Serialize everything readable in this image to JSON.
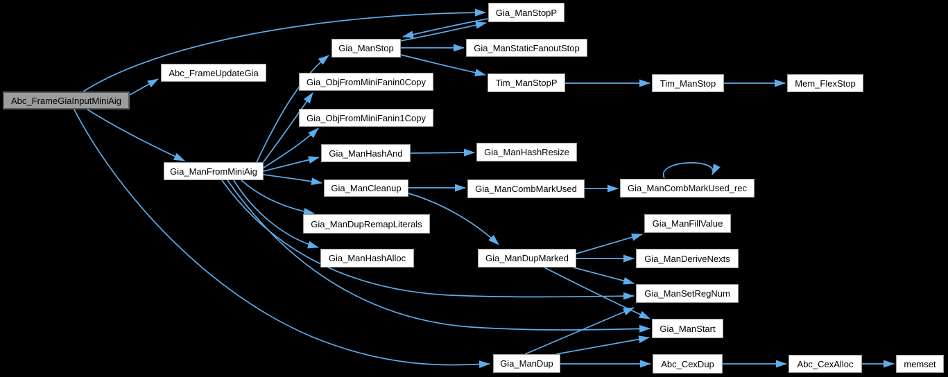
{
  "diagram": {
    "type": "call-graph",
    "background_color": "#000000",
    "edge_color": "#5dadec",
    "node_fill": "#ffffff",
    "node_border": "#9b9b9b",
    "highlight_fill": "#9c9c9c",
    "nodes": [
      {
        "id": "Abc_FrameGiaInputMiniAig",
        "label": "Abc_FrameGiaInputMiniAig",
        "highlighted": true
      },
      {
        "id": "Abc_FrameUpdateGia",
        "label": "Abc_FrameUpdateGia",
        "highlighted": false
      },
      {
        "id": "Gia_ManFromMiniAig",
        "label": "Gia_ManFromMiniAig",
        "highlighted": false
      },
      {
        "id": "Gia_ManStop",
        "label": "Gia_ManStop",
        "highlighted": false
      },
      {
        "id": "Gia_ManStopP",
        "label": "Gia_ManStopP",
        "highlighted": false
      },
      {
        "id": "Gia_ManStaticFanoutStop",
        "label": "Gia_ManStaticFanoutStop",
        "highlighted": false
      },
      {
        "id": "Tim_ManStopP",
        "label": "Tim_ManStopP",
        "highlighted": false
      },
      {
        "id": "Tim_ManStop",
        "label": "Tim_ManStop",
        "highlighted": false
      },
      {
        "id": "Mem_FlexStop",
        "label": "Mem_FlexStop",
        "highlighted": false
      },
      {
        "id": "Gia_ObjFromMiniFanin0Copy",
        "label": "Gia_ObjFromMiniFanin0Copy",
        "highlighted": false
      },
      {
        "id": "Gia_ObjFromMiniFanin1Copy",
        "label": "Gia_ObjFromMiniFanin1Copy",
        "highlighted": false
      },
      {
        "id": "Gia_ManHashAnd",
        "label": "Gia_ManHashAnd",
        "highlighted": false
      },
      {
        "id": "Gia_ManHashResize",
        "label": "Gia_ManHashResize",
        "highlighted": false
      },
      {
        "id": "Gia_ManCleanup",
        "label": "Gia_ManCleanup",
        "highlighted": false
      },
      {
        "id": "Gia_ManCombMarkUsed",
        "label": "Gia_ManCombMarkUsed",
        "highlighted": false
      },
      {
        "id": "Gia_ManCombMarkUsed_rec",
        "label": "Gia_ManCombMarkUsed_rec",
        "highlighted": false
      },
      {
        "id": "Gia_ManDupRemapLiterals",
        "label": "Gia_ManDupRemapLiterals",
        "highlighted": false
      },
      {
        "id": "Gia_ManHashAlloc",
        "label": "Gia_ManHashAlloc",
        "highlighted": false
      },
      {
        "id": "Gia_ManDupMarked",
        "label": "Gia_ManDupMarked",
        "highlighted": false
      },
      {
        "id": "Gia_ManFillValue",
        "label": "Gia_ManFillValue",
        "highlighted": false
      },
      {
        "id": "Gia_ManDeriveNexts",
        "label": "Gia_ManDeriveNexts",
        "highlighted": false
      },
      {
        "id": "Gia_ManSetRegNum",
        "label": "Gia_ManSetRegNum",
        "highlighted": false
      },
      {
        "id": "Gia_ManStart",
        "label": "Gia_ManStart",
        "highlighted": false
      },
      {
        "id": "Gia_ManDup",
        "label": "Gia_ManDup",
        "highlighted": false
      },
      {
        "id": "Abc_CexDup",
        "label": "Abc_CexDup",
        "highlighted": false
      },
      {
        "id": "Abc_CexAlloc",
        "label": "Abc_CexAlloc",
        "highlighted": false
      },
      {
        "id": "memset",
        "label": "memset",
        "highlighted": false
      }
    ],
    "edges": [
      {
        "from": "Abc_FrameGiaInputMiniAig",
        "to": "Gia_ManStopP"
      },
      {
        "from": "Abc_FrameGiaInputMiniAig",
        "to": "Abc_FrameUpdateGia"
      },
      {
        "from": "Abc_FrameGiaInputMiniAig",
        "to": "Gia_ManFromMiniAig"
      },
      {
        "from": "Abc_FrameGiaInputMiniAig",
        "to": "Gia_ManDup"
      },
      {
        "from": "Gia_ManFromMiniAig",
        "to": "Gia_ManStop"
      },
      {
        "from": "Gia_ManFromMiniAig",
        "to": "Gia_ObjFromMiniFanin0Copy"
      },
      {
        "from": "Gia_ManFromMiniAig",
        "to": "Gia_ObjFromMiniFanin1Copy"
      },
      {
        "from": "Gia_ManFromMiniAig",
        "to": "Gia_ManHashAnd"
      },
      {
        "from": "Gia_ManFromMiniAig",
        "to": "Gia_ManCleanup"
      },
      {
        "from": "Gia_ManFromMiniAig",
        "to": "Gia_ManDupRemapLiterals"
      },
      {
        "from": "Gia_ManFromMiniAig",
        "to": "Gia_ManHashAlloc"
      },
      {
        "from": "Gia_ManFromMiniAig",
        "to": "Gia_ManSetRegNum"
      },
      {
        "from": "Gia_ManFromMiniAig",
        "to": "Gia_ManStart"
      },
      {
        "from": "Gia_ManStop",
        "to": "Gia_ManStopP"
      },
      {
        "from": "Gia_ManStopP",
        "to": "Gia_ManStop"
      },
      {
        "from": "Gia_ManStop",
        "to": "Gia_ManStaticFanoutStop"
      },
      {
        "from": "Gia_ManStop",
        "to": "Tim_ManStopP"
      },
      {
        "from": "Tim_ManStopP",
        "to": "Tim_ManStop"
      },
      {
        "from": "Tim_ManStop",
        "to": "Mem_FlexStop"
      },
      {
        "from": "Gia_ManHashAnd",
        "to": "Gia_ManHashResize"
      },
      {
        "from": "Gia_ManCleanup",
        "to": "Gia_ManCombMarkUsed"
      },
      {
        "from": "Gia_ManCleanup",
        "to": "Gia_ManDupMarked"
      },
      {
        "from": "Gia_ManCombMarkUsed",
        "to": "Gia_ManCombMarkUsed_rec"
      },
      {
        "from": "Gia_ManCombMarkUsed_rec",
        "to": "Gia_ManCombMarkUsed_rec"
      },
      {
        "from": "Gia_ManDupMarked",
        "to": "Gia_ManFillValue"
      },
      {
        "from": "Gia_ManDupMarked",
        "to": "Gia_ManDeriveNexts"
      },
      {
        "from": "Gia_ManDupMarked",
        "to": "Gia_ManSetRegNum"
      },
      {
        "from": "Gia_ManDupMarked",
        "to": "Gia_ManStart"
      },
      {
        "from": "Gia_ManDup",
        "to": "Gia_ManSetRegNum"
      },
      {
        "from": "Gia_ManDup",
        "to": "Gia_ManStart"
      },
      {
        "from": "Gia_ManDup",
        "to": "Abc_CexDup"
      },
      {
        "from": "Abc_CexDup",
        "to": "Abc_CexAlloc"
      },
      {
        "from": "Abc_CexAlloc",
        "to": "memset"
      }
    ]
  }
}
